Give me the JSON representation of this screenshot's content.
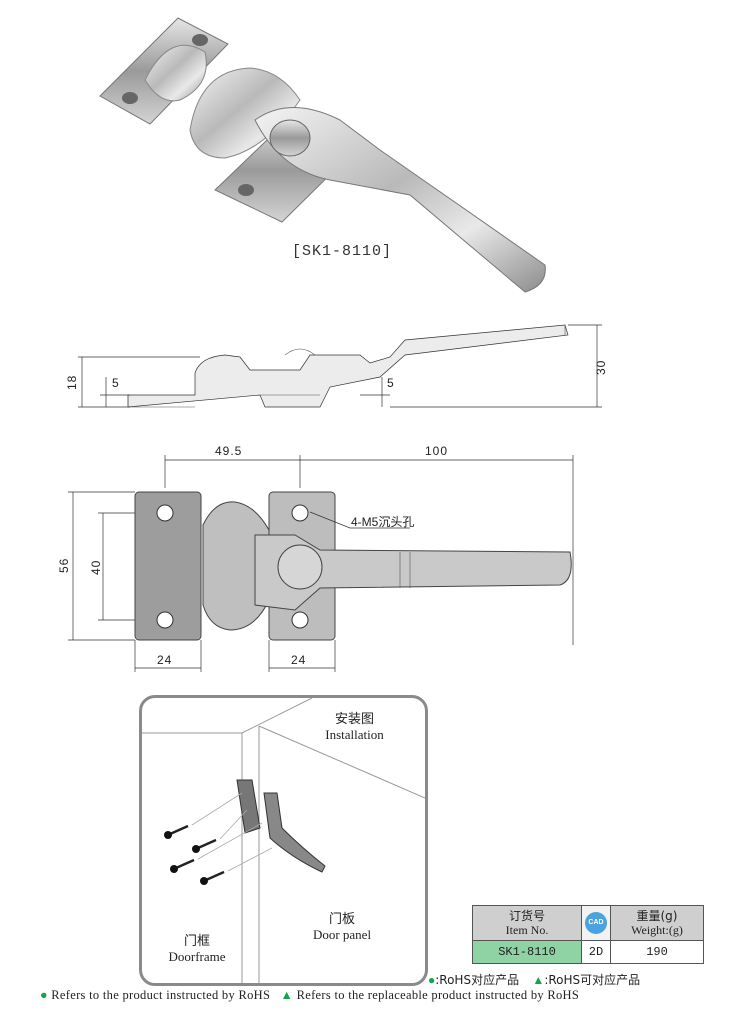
{
  "product": {
    "model_label": "[SK1-8110]"
  },
  "side_view": {
    "dims": [
      "18",
      "5",
      "5",
      "30"
    ]
  },
  "top_view": {
    "dims": [
      "49.5",
      "100",
      "56",
      "40",
      "24",
      "24"
    ],
    "callout": "4-M5沉头孔"
  },
  "installation": {
    "title_cn": "安装图",
    "title_en": "Installation",
    "doorframe_cn": "门框",
    "doorframe_en": "Doorframe",
    "doorpanel_cn": "门板",
    "doorpanel_en": "Door panel"
  },
  "spec_table": {
    "item_cn": "订货号",
    "item_en": "Item No.",
    "cad_label": "CAD",
    "weight_cn": "重量(g)",
    "weight_en": "Weight:(g)",
    "item_value": "SK1-8110",
    "cad_value": "2D",
    "weight_value": "190"
  },
  "legend": {
    "rohs_cn": ":RoHS对应产品",
    "replaceable_cn": ":RoHS可对应产品",
    "rohs_en": "Refers to the product instructed by RoHS",
    "replaceable_en": "Refers to the replaceable product instructed by RoHS"
  },
  "colors": {
    "green": "#16a34a",
    "item_bg": "#8fd3a4",
    "header_bg": "#cfcfcf",
    "frame": "#8a8a8a"
  }
}
